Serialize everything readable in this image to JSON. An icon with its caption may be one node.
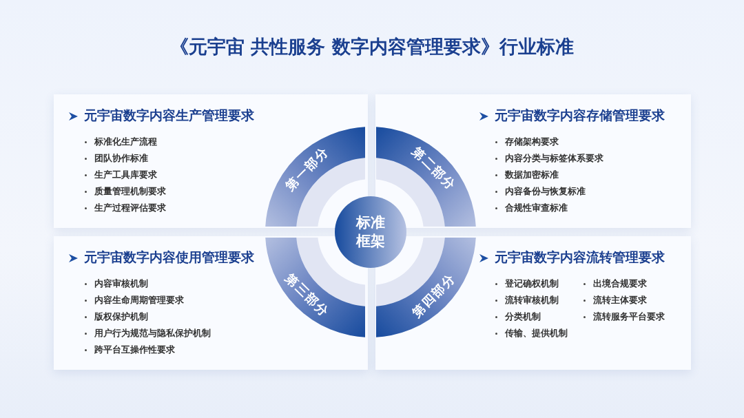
{
  "diagram": {
    "title": "《元宇宙 共性服务 数字内容管理要求》行业标准",
    "nodes": [
      {
        "text": [
          "元宇宙数字内容生产管理要求",
          "标准化生产流程",
          "团队协作标准",
          "生产工具库要求",
          "质量管理机制要求",
          "生产过程评估要求"
        ]
      },
      {
        "text": [
          "元宇宙数字内容存储管理要求",
          "存储架构要求",
          "内容分类与标签体系要求",
          "数据加密标准",
          "内容备份与恢复标准",
          "合规性审查标准"
        ]
      },
      {
        "text": [
          "元宇宙数字内容使用管理要求",
          "内容审核机制",
          "内容生命周期管理要求",
          "版权保护机制",
          "用户行为规范与隐私保护机制",
          "跨平台互操作性要求"
        ]
      },
      {
        "text": [
          "元宇宙数字内容流转管理要求",
          "登记确权机制",
          "流转审核机制",
          "分类机制",
          "传输、提供机制",
          "出境合规要求",
          "流转主体要求",
          "流转服务平台要求"
        ]
      },
      {
        "text": [
          "第一部分"
        ],
        "in": 0
      },
      {
        "text": [
          "第二部分"
        ],
        "in": 1
      },
      {
        "text": [
          "第三部分"
        ],
        "in": 2
      },
      {
        "text": [
          "第四部分"
        ],
        "in": 3
      },
      {
        "text": [
          "标准框架"
        ]
      }
    ]
  }
}
